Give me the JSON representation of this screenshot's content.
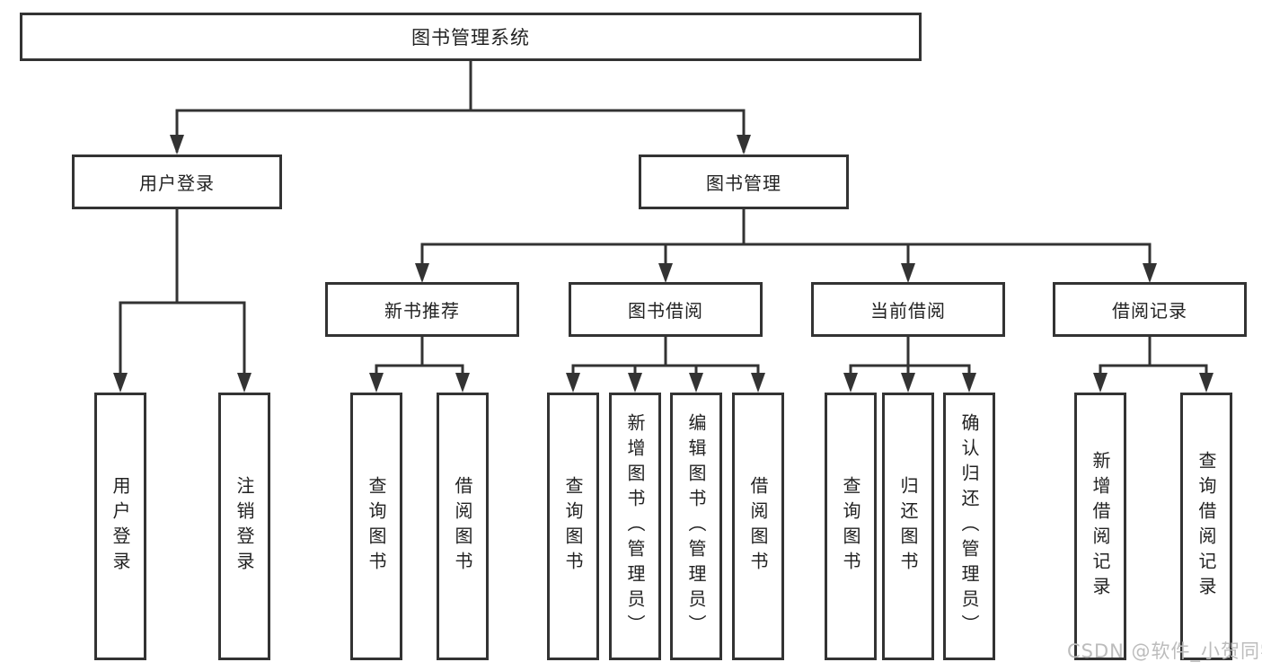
{
  "tree": {
    "root": {
      "label": "图书管理系统"
    },
    "branches": [
      {
        "label": "用户登录",
        "children": [
          {
            "label": "用户登录"
          },
          {
            "label": "注销登录"
          }
        ]
      },
      {
        "label": "图书管理",
        "children": [
          {
            "label": "新书推荐",
            "children": [
              {
                "label": "查询图书"
              },
              {
                "label": "借阅图书"
              }
            ]
          },
          {
            "label": "图书借阅",
            "children": [
              {
                "label": "查询图书"
              },
              {
                "label": "新增图书（管理员）"
              },
              {
                "label": "编辑图书（管理员）"
              },
              {
                "label": "借阅图书"
              }
            ]
          },
          {
            "label": "当前借阅",
            "children": [
              {
                "label": "查询图书"
              },
              {
                "label": "归还图书"
              },
              {
                "label": "确认归还（管理员）"
              }
            ]
          },
          {
            "label": "借阅记录",
            "children": [
              {
                "label": "新增借阅记录"
              },
              {
                "label": "查询借阅记录"
              }
            ]
          }
        ]
      }
    ]
  },
  "watermark": {
    "text": "CSDN @软件_小贺同学"
  },
  "colors": {
    "line": "#333333",
    "box_border": "#333333",
    "text": "#222222",
    "watermark": "#bcbcbc",
    "background": "#ffffff"
  }
}
